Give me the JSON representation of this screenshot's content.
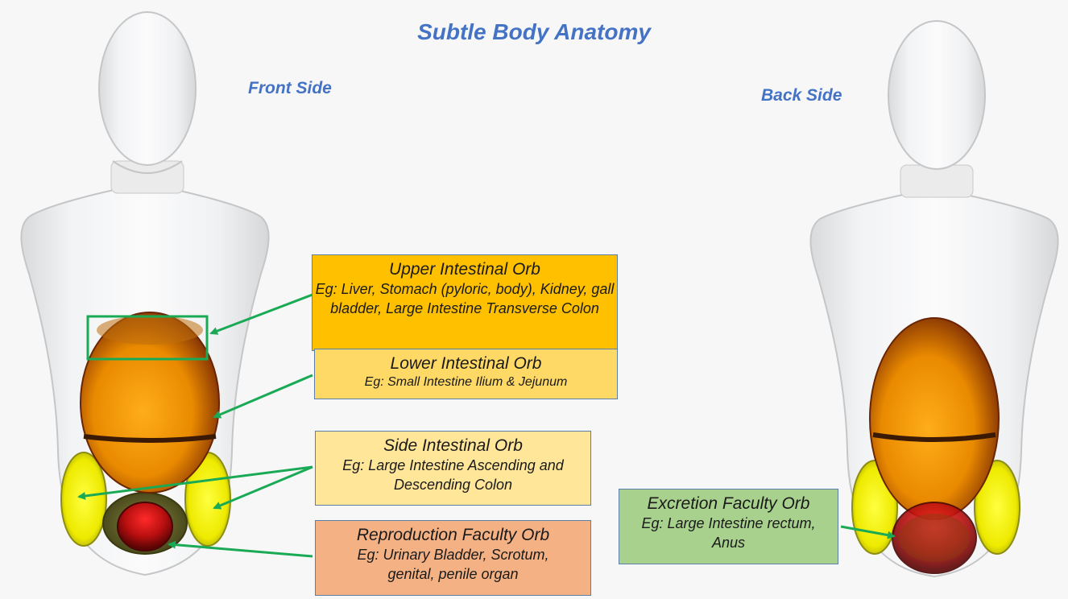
{
  "title": "Subtle Body Anatomy",
  "front_label": "Front Side",
  "back_label": "Back Side",
  "orbs": {
    "upper": {
      "heading": "Upper Intestinal Orb",
      "desc": "Eg: Liver, Stomach (pyloric, body), Kidney, gall bladder, Large Intestine Transverse Colon",
      "color": "#ffc000"
    },
    "lower": {
      "heading": "Lower Intestinal Orb",
      "desc": "Eg: Small Intestine Ilium & Jejunum",
      "color": "#ffd966"
    },
    "side": {
      "heading": "Side Intestinal Orb",
      "desc": "Eg: Large Intestine Ascending and Descending Colon",
      "color": "#ffe699"
    },
    "reproduction": {
      "heading": "Reproduction Faculty Orb",
      "desc": "Eg: Urinary Bladder, Scrotum, genital, penile organ",
      "color": "#f4b183"
    },
    "excretion": {
      "heading": "Excretion Faculty Orb",
      "desc": "Eg: Large Intestine rectum, Anus",
      "color": "#a9d18e"
    }
  },
  "colors": {
    "accent": "#4472c4",
    "arrow": "#1aaa55",
    "orb_amber": "#e08a00",
    "orb_yellow": "#f2ef00",
    "orb_red": "#b01010"
  }
}
